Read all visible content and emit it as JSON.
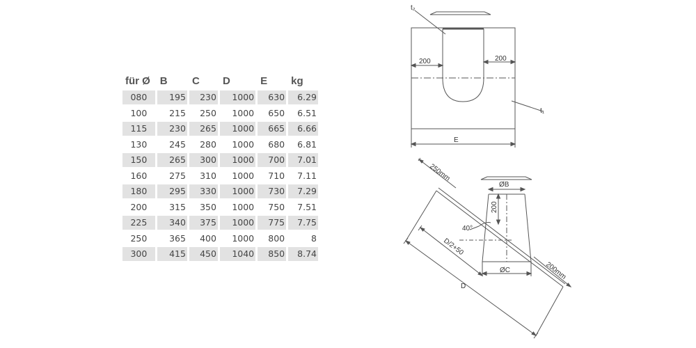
{
  "table": {
    "headers": [
      "für Ø",
      "B",
      "C",
      "D",
      "E",
      "kg"
    ],
    "rows": [
      [
        "080",
        "195",
        "230",
        "1000",
        "630",
        "6.29"
      ],
      [
        "100",
        "215",
        "250",
        "1000",
        "650",
        "6.51"
      ],
      [
        "115",
        "230",
        "265",
        "1000",
        "665",
        "6.66"
      ],
      [
        "130",
        "245",
        "280",
        "1000",
        "680",
        "6.81"
      ],
      [
        "150",
        "265",
        "300",
        "1000",
        "700",
        "7.01"
      ],
      [
        "160",
        "275",
        "310",
        "1000",
        "710",
        "7.11"
      ],
      [
        "180",
        "295",
        "330",
        "1000",
        "730",
        "7.29"
      ],
      [
        "200",
        "315",
        "350",
        "1000",
        "750",
        "7.51"
      ],
      [
        "225",
        "340",
        "375",
        "1000",
        "775",
        "7.75"
      ],
      [
        "250",
        "365",
        "400",
        "1000",
        "800",
        "8"
      ],
      [
        "300",
        "415",
        "450",
        "1040",
        "850",
        "8.74"
      ]
    ]
  },
  "top_view": {
    "label_t2": "t₂",
    "label_t1": "t₁",
    "dim_left": "200",
    "dim_right": "200",
    "dim_width": "E"
  },
  "side_view": {
    "dim_250": "250mm",
    "dim_b": "ØB",
    "dim_200_vertical": "200",
    "angle": "40°",
    "dim_d2": "D/2+50",
    "dim_c": "ØC",
    "dim_200mm": "200mm",
    "dim_d": "D"
  }
}
